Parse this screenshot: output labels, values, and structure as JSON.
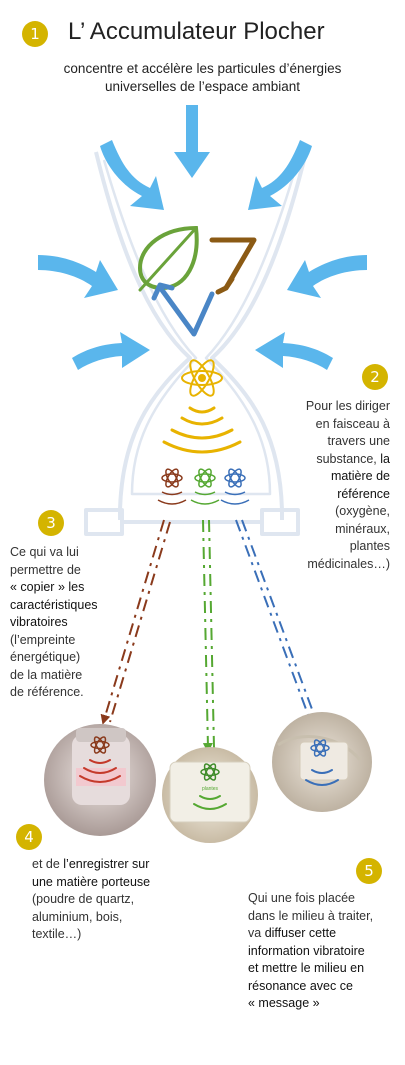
{
  "steps": [
    {
      "number": "1",
      "title": "L’ Accumulateur Plocher"
    },
    {
      "number": "2"
    },
    {
      "number": "3"
    },
    {
      "number": "4"
    },
    {
      "number": "5"
    }
  ],
  "subtitle_line1": "concentre et accélère les particules d’énergies",
  "subtitle_line2": "universelles de l’espace ambiant",
  "step2_lines": [
    "Pour les diriger",
    "en faisceau à",
    "travers une",
    "substance, ",
    "matière de",
    "référence",
    "(oxygène,",
    "minéraux,",
    "plantes",
    "médicinales…)"
  ],
  "step2_em": "la",
  "step3_lines": [
    "Ce qui va lui",
    "permettre de",
    "« copier » les",
    "caractéristiques",
    "vibratoires",
    "(l’empreinte",
    "énergétique)",
    "de la matière",
    "de référence."
  ],
  "step4_lines": [
    "et de ",
    "l’enregistrer sur",
    "une matière porteuse",
    "(poudre de quartz,",
    "aluminium, bois,",
    "textile…)"
  ],
  "step5_lines": [
    "Qui une fois placée",
    "dans le milieu à traiter,",
    "va ",
    "diffuser cette",
    "information vibratoire",
    "et mettre le milieu en",
    "résonance avec ce",
    "« message »"
  ],
  "colors": {
    "badge": "#d4b400",
    "arrow_blue": "#5ab6ec",
    "leaf_green": "#6aa33a",
    "brown": "#8b5a14",
    "blue": "#4a86c6",
    "gold": "#e8b300",
    "red_brown": "#8a3a1c"
  },
  "icons": [
    "leaf-icon",
    "atom-icon",
    "arrow-icon",
    "cycle-arrow-icon"
  ],
  "photo_labels": {
    "jar_label": "plantes"
  }
}
